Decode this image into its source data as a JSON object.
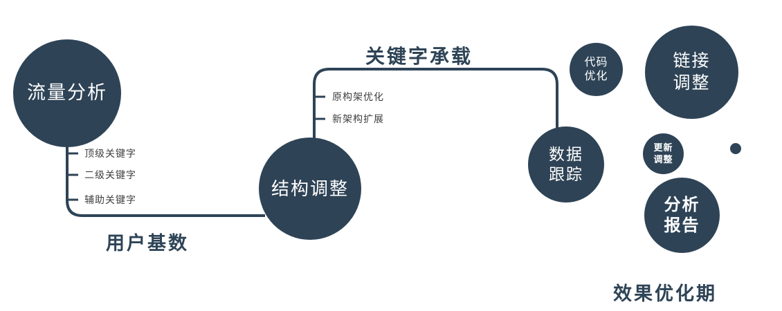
{
  "colors": {
    "primary": "#2e4356",
    "circle_text": "#ffffff",
    "small_label_text": "#3f3f3f"
  },
  "nodes": {
    "traffic": {
      "label": "流量分析"
    },
    "structure": {
      "label": "结构调整"
    },
    "data_tracking": {
      "line1": "数据",
      "line2": "跟踪"
    },
    "code_opt": {
      "line1": "代码",
      "line2": "优化"
    },
    "link_adjust": {
      "line1": "链接",
      "line2": "调整"
    },
    "update_adjust": {
      "line1": "更新",
      "line2": "调整"
    },
    "analysis_report": {
      "line1": "分析",
      "line2": "报告"
    }
  },
  "edge_labels": {
    "keyword_carry": "关键字承载",
    "user_base": "用户基数",
    "effect_period": "效果优化期"
  },
  "left_branch": {
    "items": [
      "顶级关键字",
      "二级关键字",
      "辅助关键字"
    ]
  },
  "middle_branch": {
    "items": [
      "原构架优化",
      "新架构扩展"
    ]
  }
}
